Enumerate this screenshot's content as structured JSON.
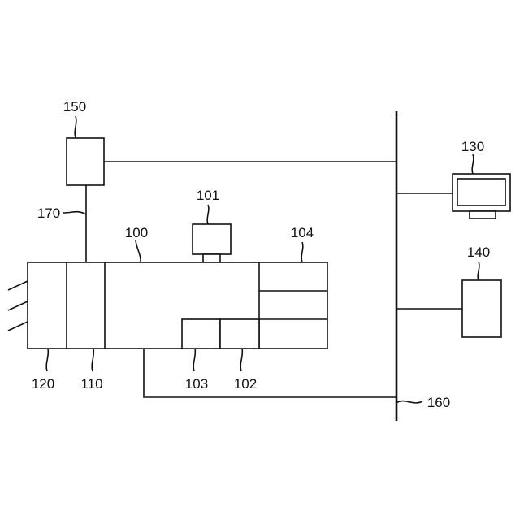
{
  "labels": {
    "l150": "150",
    "l170": "170",
    "l101": "101",
    "l100": "100",
    "l104": "104",
    "l120": "120",
    "l110": "110",
    "l103": "103",
    "l102": "102",
    "l130": "130",
    "l140": "140",
    "l160": "160"
  },
  "icons": {
    "monitor": "monitor-icon",
    "paper_feed": "paper-feed-arrows"
  }
}
